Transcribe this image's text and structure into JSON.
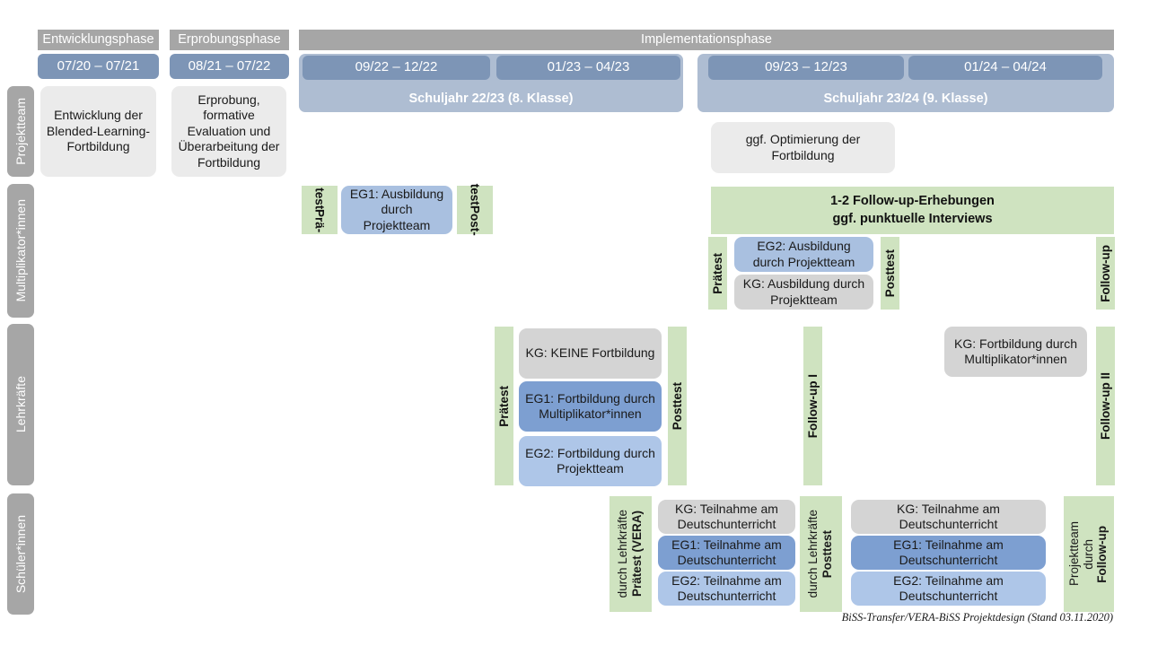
{
  "diagram": {
    "title_note": "BiSS-Transfer/VERA-BiSS Projektdesign (Stand 03.11.2020)"
  },
  "phases": [
    {
      "label": "Entwicklungsphase"
    },
    {
      "label": "Erprobungsphase"
    },
    {
      "label": "Implementationsphase"
    }
  ],
  "periods": [
    {
      "label": "07/20 – 07/21"
    },
    {
      "label": "08/21 – 07/22"
    },
    {
      "label": "09/22 – 12/22"
    },
    {
      "label": "01/23 – 04/23"
    },
    {
      "label": "09/23 – 12/23"
    },
    {
      "label": "01/24 – 04/24"
    }
  ],
  "school_years": [
    {
      "label": "Schuljahr 22/23 (8. Klasse)"
    },
    {
      "label": "Schuljahr 23/24 (9. Klasse)"
    }
  ],
  "rows": [
    {
      "label": "Projektteam"
    },
    {
      "label": "Multiplikator*innen"
    },
    {
      "label": "Lehrkräfte"
    },
    {
      "label": "Schüler*innen"
    }
  ],
  "projektteam": {
    "entwicklung": "Entwicklung der Blended-Learning-Fortbildung",
    "erprobung": "Erprobung, formative Evaluation und Überarbeitung der Fortbildung",
    "optimierung": "ggf. Optimierung der Fortbildung"
  },
  "multiplikatoren": {
    "praetest_line1": "Prä-",
    "praetest_line2": "test",
    "eg1": "EG1: Ausbildung durch Projektteam",
    "posttest_line1": "Post-",
    "posttest_line2": "test",
    "followup_banner_line1": "1-2 Follow-up-Erhebungen",
    "followup_banner_line2": "ggf. punktuelle Interviews",
    "praetest2": "Prätest",
    "eg2": "EG2: Ausbildung durch Projektteam",
    "kg": "KG: Ausbildung durch Projektteam",
    "posttest2": "Posttest",
    "followup": "Follow-up"
  },
  "lehrkraefte": {
    "praetest": "Prätest",
    "kg": "KG:  KEINE Fortbildung",
    "eg1": "EG1: Fortbildung durch Multiplikator*innen",
    "eg2": "EG2: Fortbildung durch Projektteam",
    "posttest": "Posttest",
    "followup1": "Follow-up I",
    "kg_fortbildung": "KG: Fortbildung durch Multiplikator*innen",
    "followup2": "Follow-up II"
  },
  "schuelerinnen": {
    "praetest_bold": "Prätest (VERA)",
    "praetest_normal": "durch Lehrkräfte",
    "kg_a": "KG: Teilnahme am Deutschunterricht",
    "eg1_a": "EG1: Teilnahme am Deutschunterricht",
    "eg2_a": "EG2: Teilnahme am Deutschunterricht",
    "posttest_bold": "Posttest",
    "posttest_normal": "durch Lehrkräfte",
    "kg_b": "KG: Teilnahme am Deutschunterricht",
    "eg1_b": "EG1: Teilnahme am Deutschunterricht",
    "eg2_b": "EG2: Teilnahme am Deutschunterricht",
    "followup_bold": "Follow-up",
    "followup_normal_1": "durch",
    "followup_normal_2": "Projektteam"
  },
  "colors": {
    "header_grey": "#a6a6a6",
    "date_blue": "#7d95b6",
    "year_blue": "#aebdd2",
    "green": "#cfe3c0",
    "grey_box": "#ebebeb",
    "grey_box_dark": "#d4d4d4",
    "blue_mid": "#a9c0e0",
    "blue_dark": "#7d9fd1",
    "blue_light": "#aec6e8"
  }
}
